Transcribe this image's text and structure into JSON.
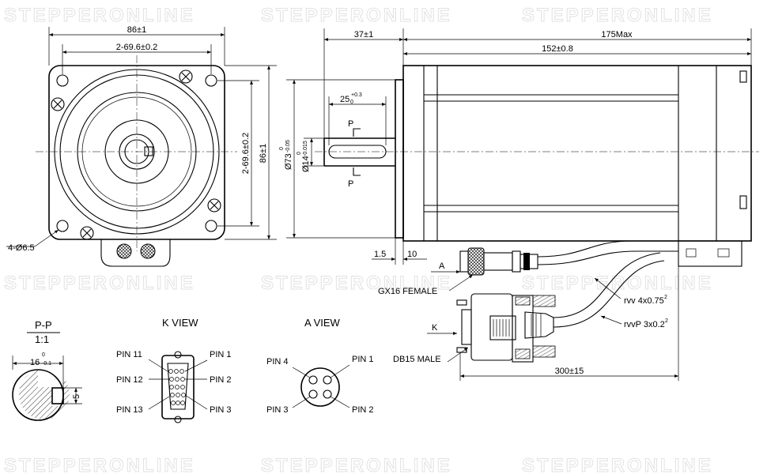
{
  "watermark": "STEPPERONLINE",
  "front_view": {
    "dim_width": "86±1",
    "dim_hole_spacing_h": "2-69.6±0.2",
    "dim_hole_spacing_v": "2-69.6±0.2",
    "dim_height": "86±1",
    "dim_holes": "4-Ø6.5"
  },
  "side_view": {
    "dim_shaft_len": "37±1",
    "dim_total_len": "175Max",
    "dim_body_len": "152±0.8",
    "dim_key_len_main": "25",
    "dim_key_len_sub": "0",
    "dim_key_len_sup": "+0.3",
    "dim_flange_main": "Ø73",
    "dim_flange_sup": "0",
    "dim_flange_sub": "-0.05",
    "dim_shaft_main": "Ø14",
    "dim_shaft_sup": "0",
    "dim_shaft_sub": "-0.015",
    "section_mark": "P",
    "dim_flange_thk": "1.5",
    "dim_pilot": "10",
    "connector_a_mark": "A",
    "connector_a_label": "GX16 FEMALE",
    "connector_k_mark": "K",
    "connector_k_label": "DB15 MALE",
    "cable_1": "rvv 4x0.75",
    "cable_1_sup": "2",
    "cable_2": "rvvP 3x0.2",
    "cable_2_sup": "2",
    "dim_cable_len": "300±15"
  },
  "section_view": {
    "title": "P-P",
    "scale": "1:1",
    "dim_width_main": "16",
    "dim_width_sup": "0",
    "dim_width_sub": "-0.1",
    "dim_key": "5"
  },
  "k_view": {
    "title": "K VIEW",
    "pins": [
      "PIN 11",
      "PIN 12",
      "PIN 13",
      "PIN 1",
      "PIN 2",
      "PIN 3"
    ]
  },
  "a_view": {
    "title": "A VIEW",
    "pins": [
      "PIN 4",
      "PIN 3",
      "PIN 1",
      "PIN 2"
    ]
  }
}
